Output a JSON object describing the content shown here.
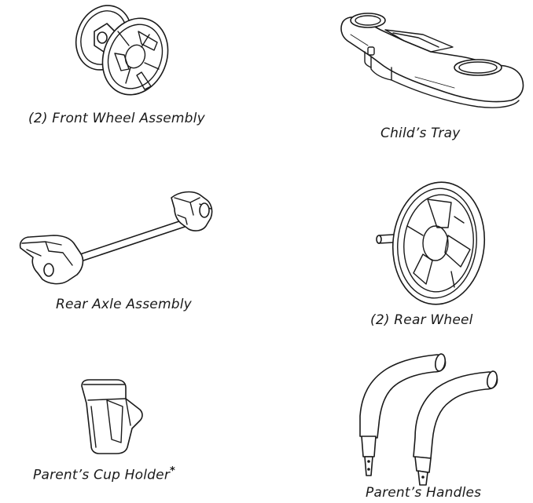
{
  "parts": [
    {
      "id": "front-wheel-assembly",
      "label": "(2) Front Wheel Assembly",
      "icon": "front-wheel-assembly-icon"
    },
    {
      "id": "childs-tray",
      "label": "Child’s Tray",
      "icon": "childs-tray-icon"
    },
    {
      "id": "rear-axle-assembly",
      "label": "Rear Axle Assembly",
      "icon": "rear-axle-assembly-icon"
    },
    {
      "id": "rear-wheel",
      "label": "(2) Rear Wheel",
      "icon": "rear-wheel-icon"
    },
    {
      "id": "parents-cup-holder",
      "label": "Parent’s Cup Holder",
      "label_mark": "*",
      "icon": "parents-cup-holder-icon"
    },
    {
      "id": "parents-handles",
      "label": "Parent’s Handles",
      "icon": "parents-handles-icon"
    }
  ]
}
